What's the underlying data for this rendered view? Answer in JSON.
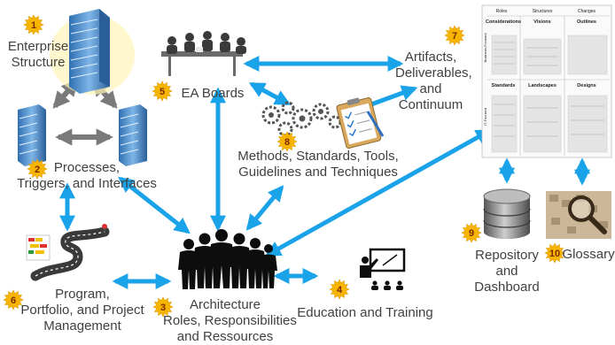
{
  "colors": {
    "arrow": "#1aa3e8",
    "badge": "#f7b500",
    "text": "#404040",
    "building": "#3f7fbf",
    "gear": "#5a5a5a"
  },
  "icons": {
    "enterprise": "office-building-icon",
    "boards": "meeting-table-icon",
    "methods": "gears-clipboard-icon",
    "repository": "database-cylinder-icon",
    "glossary": "magnifier-icon",
    "education": "presenter-icon",
    "program": "roadmap-icon",
    "people": "people-silhouette-icon"
  },
  "nodes": {
    "enterprise": {
      "num": "1",
      "lines": [
        "Enterprise",
        "Structure"
      ]
    },
    "processes": {
      "num": "2",
      "lines": [
        "Processes,",
        "Triggers, and Interfaces"
      ]
    },
    "architecture": {
      "num": "3",
      "lines": [
        "Architecture",
        "Roles, Responsibilities",
        "and Ressources"
      ]
    },
    "education": {
      "num": "4",
      "lines": [
        "Education and Training"
      ]
    },
    "boards": {
      "num": "5",
      "lines": [
        "EA Boards"
      ]
    },
    "program": {
      "num": "6",
      "lines": [
        "Program,",
        "Portfolio, and Project",
        "Management"
      ]
    },
    "artifacts": {
      "num": "7",
      "lines": [
        "Artifacts,",
        "Deliverables,",
        "and",
        "Continuum"
      ]
    },
    "methods": {
      "num": "8",
      "lines": [
        "Methods, Standards, Tools,",
        "Guidelines and Techniques"
      ]
    },
    "repository": {
      "num": "9",
      "lines": [
        "Repository",
        "and",
        "Dashboard"
      ]
    },
    "glossary": {
      "num": "10",
      "lines": [
        "Glossary"
      ]
    }
  },
  "grid": {
    "columns": [
      "Roles",
      "Structures",
      "Changes"
    ],
    "rows": [
      "Business-Focused",
      "IT-Focused"
    ],
    "cells": [
      "Considerations",
      "Visions",
      "Outlines",
      "Standards",
      "Landscapes",
      "Designs"
    ]
  }
}
